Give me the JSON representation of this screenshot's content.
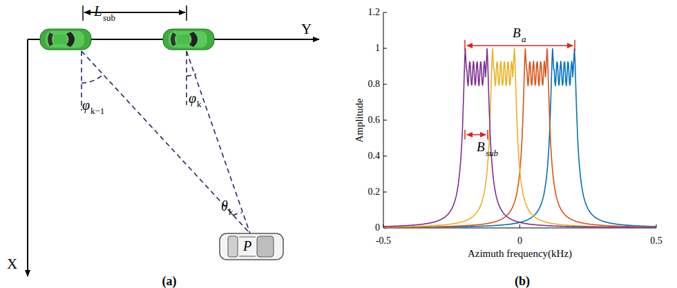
{
  "diagram": {
    "labels": [
      "L",
      "sub",
      "Y",
      "X",
      "φ",
      "k−1",
      "φ",
      "k",
      "θ",
      "k",
      "P",
      "(a)",
      "0",
      "0.2",
      "0.4",
      "0.6",
      "0.8",
      "1",
      "1.2",
      "Amplitude",
      "-0.5",
      "0",
      "0.5",
      "Azimuth frequency(kHz)",
      "B",
      "a",
      "B",
      "sub",
      "(b)"
    ]
  }
}
